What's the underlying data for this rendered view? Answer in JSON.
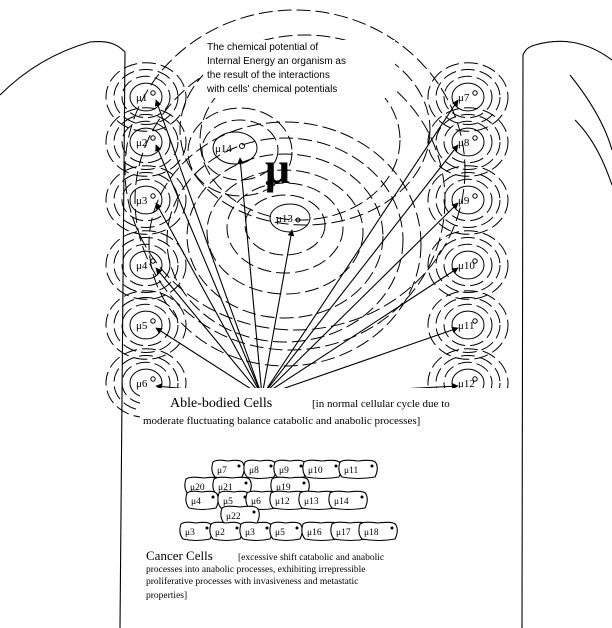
{
  "labels": {
    "organism_note": [
      "The chemical potential of",
      "Internal Energy an organism as",
      "the result of the interactions",
      "with cells' chemical potentials"
    ],
    "big_mu": "μ",
    "able_bodied_title": "Able-bodied Cells",
    "able_bodied_desc_1": "[in normal cellular cycle due to",
    "able_bodied_desc_2": "moderate fluctuating balance catabolic and anabolic processes]",
    "cancer_title": "Cancer Cells",
    "cancer_desc": [
      "[excessive shift catabolic and anabolic",
      "processes into anabolic processes, exhibiting irrepressible",
      "proliferative processes with invasiveness and metastatic",
      "properties]"
    ]
  },
  "left_cells": [
    "μ1",
    "μ2",
    "μ3",
    "μ4",
    "μ5",
    "μ6"
  ],
  "right_cells": [
    "μ7",
    "μ8",
    "μ9",
    "μ10",
    "μ11",
    "μ12"
  ],
  "center_cells": [
    "μ14",
    "μ13"
  ],
  "cancer_cells": [
    [
      "μ7",
      "μ8",
      "μ9",
      "μ10",
      "μ11"
    ],
    [
      "μ20",
      "μ21",
      "μ19"
    ],
    [
      "μ4",
      "μ5",
      "μ6",
      "μ12",
      "μ13",
      "μ14"
    ],
    [
      "μ22"
    ],
    [
      "μ3",
      "μ2",
      "μ3",
      "μ5",
      "μ16",
      "μ17",
      "μ18"
    ]
  ]
}
